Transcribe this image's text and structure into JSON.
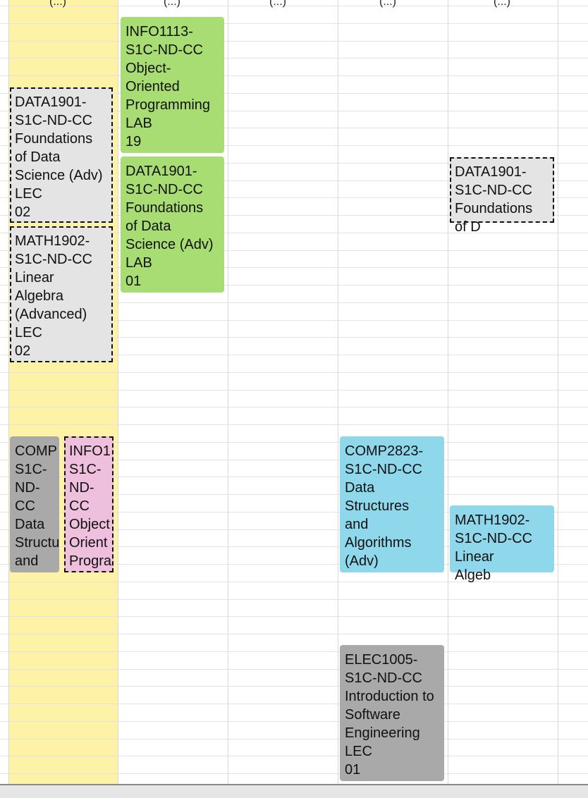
{
  "colors": {
    "today_column": "#fdf2a6",
    "green": "#a8dd74",
    "gray_light": "#e4e4e4",
    "gray_dark": "#a9a9a9",
    "blue": "#8fd8ec",
    "pink": "#efbfde"
  },
  "header_fragments": [
    "(...)",
    "(...)",
    "(...)",
    "(...)",
    "(...)"
  ],
  "events": {
    "info1113_lab": "INFO1113-\nS1C-ND-CC\nObject-\nOriented\nProgramming\nLAB\n19",
    "data1901_lec": "DATA1901-\nS1C-ND-CC\nFoundations\nof Data\nScience (Adv)\nLEC\n02",
    "data1901_lab": "DATA1901-\nS1C-ND-CC\nFoundations\nof Data\nScience (Adv)\nLAB\n01",
    "data1901_fri": "DATA1901-\nS1C-ND-CC\nFoundations\nof D",
    "math1902_lec": "MATH1902-\nS1C-ND-CC\nLinear\nAlgebra\n(Advanced)\nLEC\n02",
    "comp_mon": "COMP\nS1C-\nND-\nCC\nData\nStructu\nand",
    "info_mon": "INFO1\nS1C-\nND-\nCC\nObject\nOrient\nProgra",
    "comp2823_thu": "COMP2823-\nS1C-ND-CC\nData\nStructures\nand\nAlgorithms\n(Adv)",
    "math1902_fri": "MATH1902-\nS1C-ND-CC\nLinear\nAlgeb",
    "elec1005_thu": "ELEC1005-\nS1C-ND-CC\nIntroduction to\nSoftware\nEngineering\nLEC\n01"
  }
}
